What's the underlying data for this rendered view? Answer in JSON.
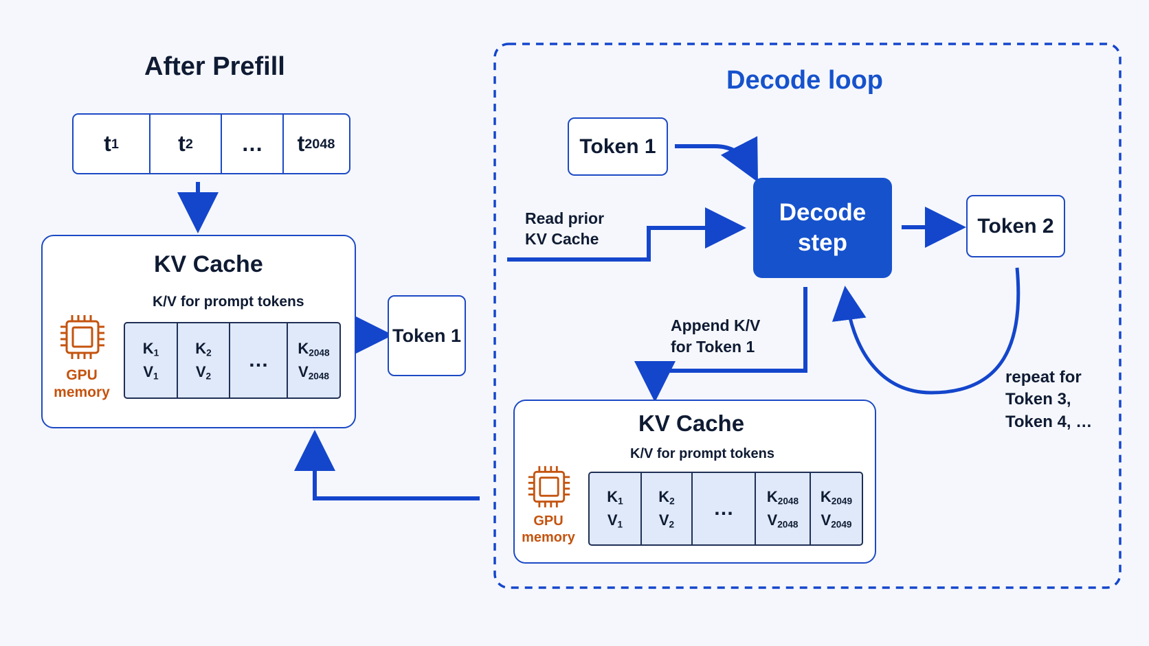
{
  "left": {
    "title": "After Prefill",
    "tokens": [
      {
        "base": "t",
        "sub": "1"
      },
      {
        "base": "t",
        "sub": "2"
      },
      {
        "base": "…",
        "sub": ""
      },
      {
        "base": "t",
        "sub": "2048"
      }
    ],
    "kv_cache": {
      "title": "KV Cache",
      "subtitle": "K/V for prompt tokens",
      "gpu_label_line1": "GPU",
      "gpu_label_line2": "memory",
      "cells": [
        {
          "k": "K",
          "v": "V",
          "sub": "1"
        },
        {
          "k": "K",
          "v": "V",
          "sub": "2"
        },
        {
          "ellipsis": "…"
        },
        {
          "k": "K",
          "v": "V",
          "sub": "2048"
        }
      ]
    },
    "output_token": "Token 1"
  },
  "decode_loop": {
    "title": "Decode loop",
    "input_token": "Token 1",
    "read_label_line1": "Read prior",
    "read_label_line2": "KV Cache",
    "step_line1": "Decode",
    "step_line2": "step",
    "output_token": "Token 2",
    "append_label_line1": "Append K/V",
    "append_label_line2": "for Token 1",
    "repeat_label_line1": "repeat for",
    "repeat_label_line2": "Token 3,",
    "repeat_label_line3": "Token 4, …",
    "kv_cache": {
      "title": "KV Cache",
      "subtitle": "K/V for prompt tokens",
      "gpu_label_line1": "GPU",
      "gpu_label_line2": "memory",
      "cells": [
        {
          "k": "K",
          "v": "V",
          "sub": "1"
        },
        {
          "k": "K",
          "v": "V",
          "sub": "2"
        },
        {
          "ellipsis": "…"
        },
        {
          "k": "K",
          "v": "V",
          "sub": "2048"
        },
        {
          "k": "K",
          "v": "V",
          "sub": "2049"
        }
      ]
    }
  },
  "colors": {
    "primary_blue": "#1652cc",
    "arrow_blue": "#1446cc",
    "gpu_orange": "#c4530e",
    "cell_fill": "#dfe9f9"
  }
}
